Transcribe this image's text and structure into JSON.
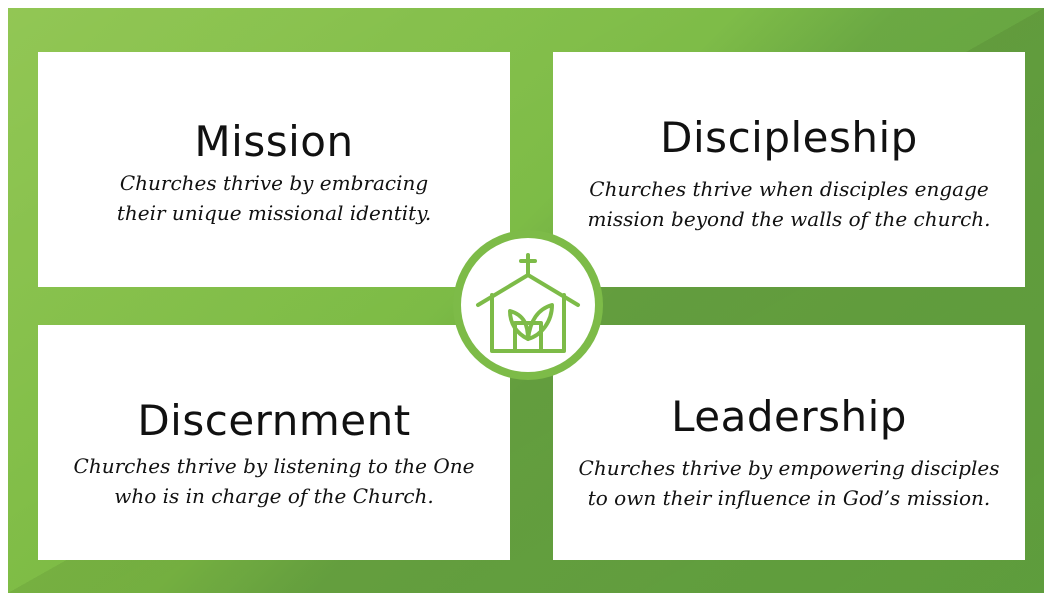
{
  "cards": [
    {
      "title": "Mission",
      "line1": "Churches thrive by embracing",
      "line2": "their unique missional identity."
    },
    {
      "title": "Discipleship",
      "line1": "Churches thrive when disciples engage",
      "line2": "mission beyond the walls of the church."
    },
    {
      "title": "Discernment",
      "line1": "Churches thrive by listening to the One",
      "line2": "who is in charge of the Church."
    },
    {
      "title": "Leadership",
      "line1": "Churches thrive by empowering disciples",
      "line2": "to own their influence in God’s mission."
    }
  ],
  "colors": {
    "background_green": "#7cbb45",
    "icon_green": "#7dbb48",
    "card": "#ffffff",
    "text": "#111111"
  },
  "center_icon": "church-with-leaves-icon"
}
